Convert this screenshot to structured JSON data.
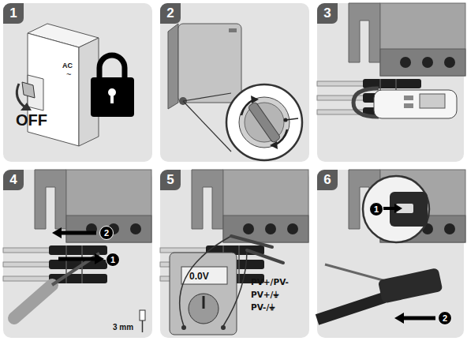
{
  "diagram": {
    "nodes": [
      {
        "text": [
          "1"
        ]
      },
      {
        "text": [
          "2"
        ]
      },
      {
        "text": [
          "3"
        ]
      },
      {
        "text": [
          "4"
        ]
      },
      {
        "text": [
          "5"
        ]
      },
      {
        "text": [
          "6"
        ]
      }
    ],
    "labels": [
      "AC",
      "~",
      "OFF",
      "0.0V",
      "PV+/PV-",
      "PV+/⏚",
      "PV-/⏚",
      "2",
      "1",
      "3 mm",
      "1",
      "2"
    ]
  }
}
